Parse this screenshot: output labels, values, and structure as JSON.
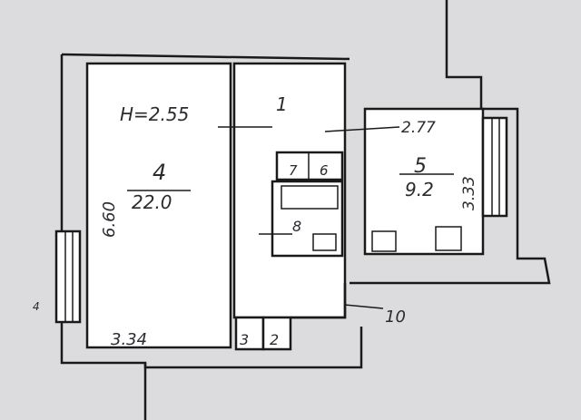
{
  "labels": {
    "ceiling_height": "H=2.55",
    "room1_number": "1",
    "room4_number": "4",
    "room4_area": "22.0",
    "room4_length": "6.60",
    "room4_width": "3.34",
    "room5_number": "5",
    "room5_area": "9.2",
    "room5_width": "2.77",
    "room5_length": "3.33",
    "room6_number": "6",
    "room7_number": "7",
    "room8_number": "8",
    "room10_number": "10",
    "room3_number": "3",
    "room2_number": "2",
    "mark_left": "4"
  },
  "colors": {
    "paper": "#dcdcde",
    "wall_fill": "#ffffff",
    "ink": "#1a1a1a",
    "pen": "#2a2a30"
  }
}
